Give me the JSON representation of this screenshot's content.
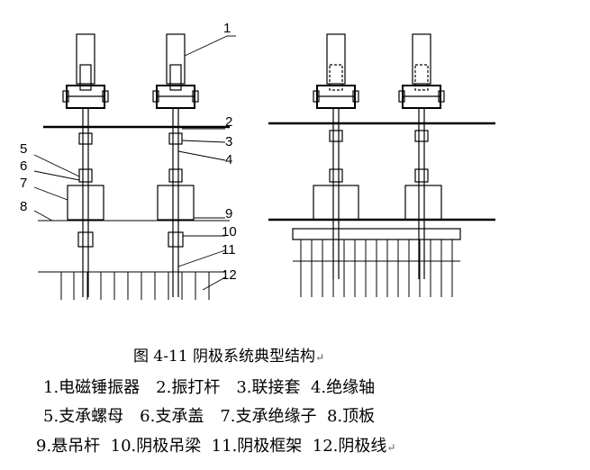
{
  "caption": {
    "title": "图 4-11 阴极系统典型结构",
    "legend_rows": [
      "1.电磁锤振器　2.振打杆　3.联接套  4.绝缘轴",
      "5.支承螺母　6.支承盖　7.支承绝缘子  8.顶板",
      "9.悬吊杆  10.阴极吊梁  11.阴极框架  12.阴极线"
    ],
    "para_mark": "↵"
  },
  "labels": [
    "1",
    "2",
    "3",
    "4",
    "5",
    "6",
    "7",
    "8",
    "9",
    "10",
    "11",
    "12"
  ]
}
